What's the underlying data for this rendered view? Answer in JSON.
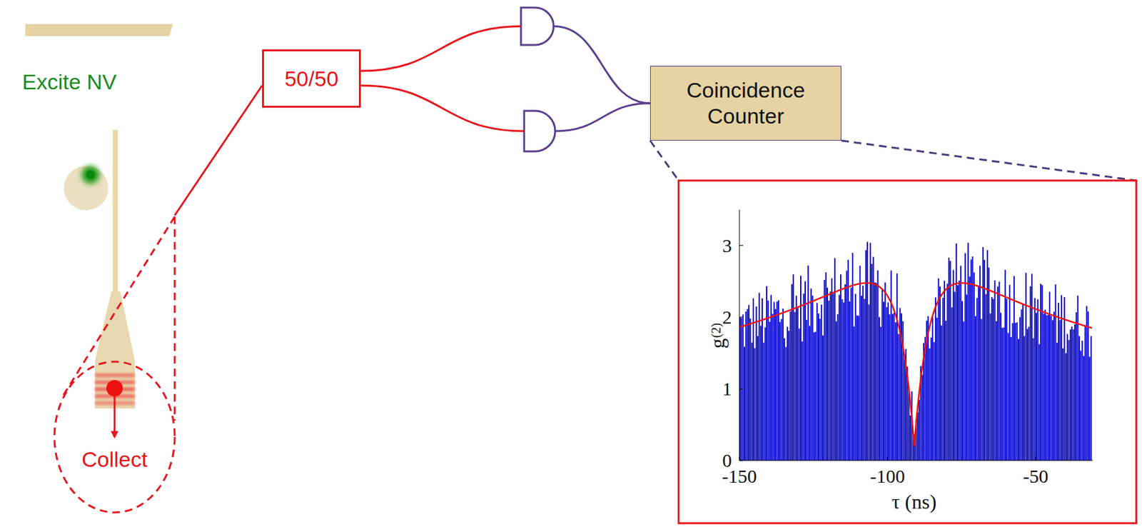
{
  "diagram": {
    "nodes": [
      {
        "text": [
          "50/50"
        ]
      },
      {
        "text": [
          "Coincidence Counter"
        ]
      },
      {
        "text": [
          "Collect"
        ]
      }
    ],
    "edges": [
      {
        "from": 0,
        "to": 1,
        "arrow": "none"
      },
      {
        "from": 0,
        "to": 1,
        "arrow": "none"
      }
    ],
    "labels": [
      "Excite NV",
      "3",
      "2",
      "1",
      "0",
      "-150",
      "-100",
      "-50",
      "g",
      "(2)",
      "τ (ns)"
    ]
  }
}
